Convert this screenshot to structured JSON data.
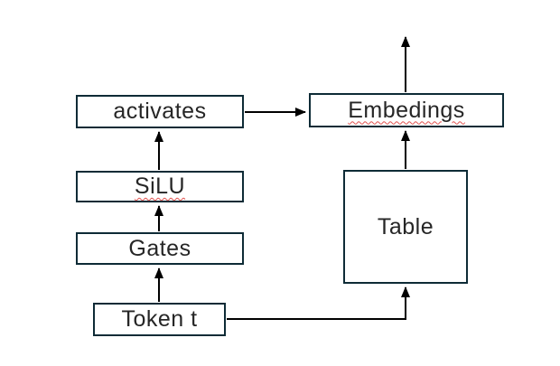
{
  "diagram": {
    "nodes": [
      {
        "id": "activates",
        "label": "activates",
        "misspelled": false
      },
      {
        "id": "embedings",
        "label": "Embedings",
        "misspelled": true
      },
      {
        "id": "silu",
        "label": "SiLU",
        "misspelled": true
      },
      {
        "id": "gates",
        "label": "Gates",
        "misspelled": false
      },
      {
        "id": "table",
        "label": "Table",
        "misspelled": false
      },
      {
        "id": "token_t",
        "label": "Token t",
        "misspelled": false
      }
    ],
    "edges": [
      {
        "from": "Token t",
        "to": "Gates"
      },
      {
        "from": "Gates",
        "to": "SiLU"
      },
      {
        "from": "SiLU",
        "to": "activates"
      },
      {
        "from": "activates",
        "to": "Embedings"
      },
      {
        "from": "Token t",
        "to": "Table"
      },
      {
        "from": "Table",
        "to": "Embedings"
      },
      {
        "from": "Embedings",
        "to": "out"
      }
    ],
    "colors": {
      "box_border": "#0e2b36",
      "connector": "#000000",
      "text": "#262626",
      "spellcheck": "#e0524f",
      "background": "#ffffff"
    }
  }
}
